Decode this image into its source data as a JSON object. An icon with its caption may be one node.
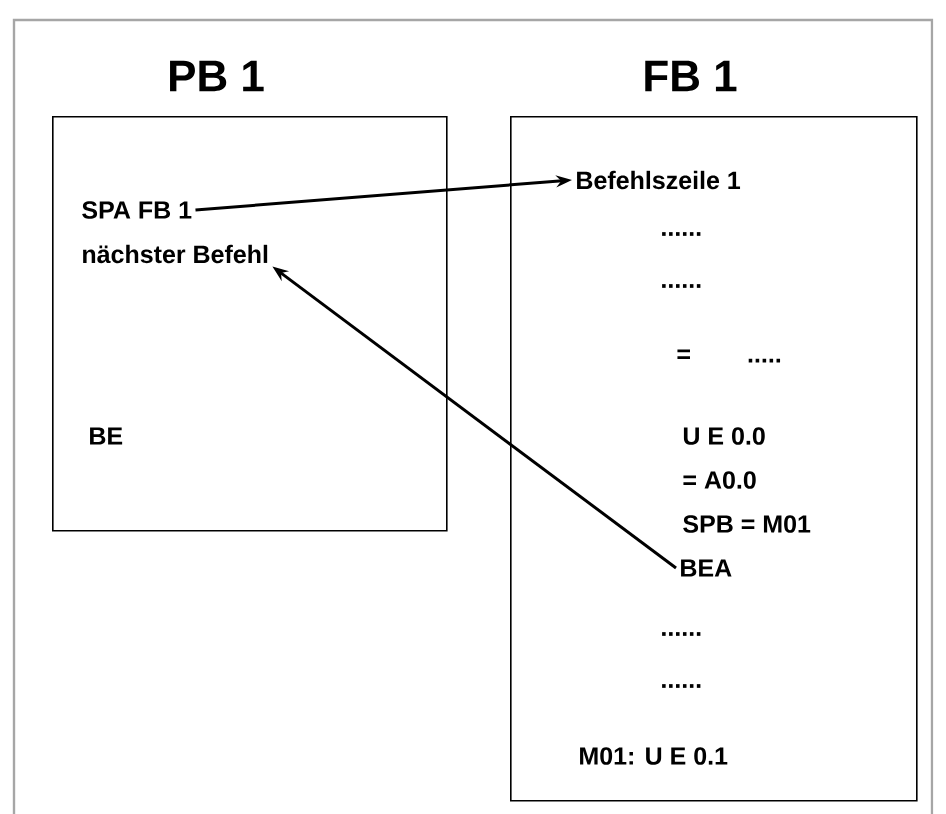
{
  "diagram": {
    "nodes": [
      {
        "text": [
          "PB 1",
          "BE"
        ]
      },
      {
        "text": [
          "SPA FB 1"
        ],
        "in": 0
      },
      {
        "text": [
          "nächster Befehl"
        ],
        "in": 0
      },
      {
        "text": [
          "FB 1",
          "......",
          "......",
          "= .....",
          "U E 0.0",
          "= A0.0",
          "SPB = M01",
          "......",
          "......",
          "M01: U E 0.1"
        ]
      },
      {
        "text": [
          "Befehlszeile 1"
        ],
        "in": 3
      },
      {
        "text": [
          "BEA"
        ],
        "in": 3
      }
    ],
    "edges": [
      {
        "from": 1,
        "to": 4,
        "arrow": "to"
      },
      {
        "from": 5,
        "to": 2,
        "arrow": "to"
      }
    ]
  }
}
